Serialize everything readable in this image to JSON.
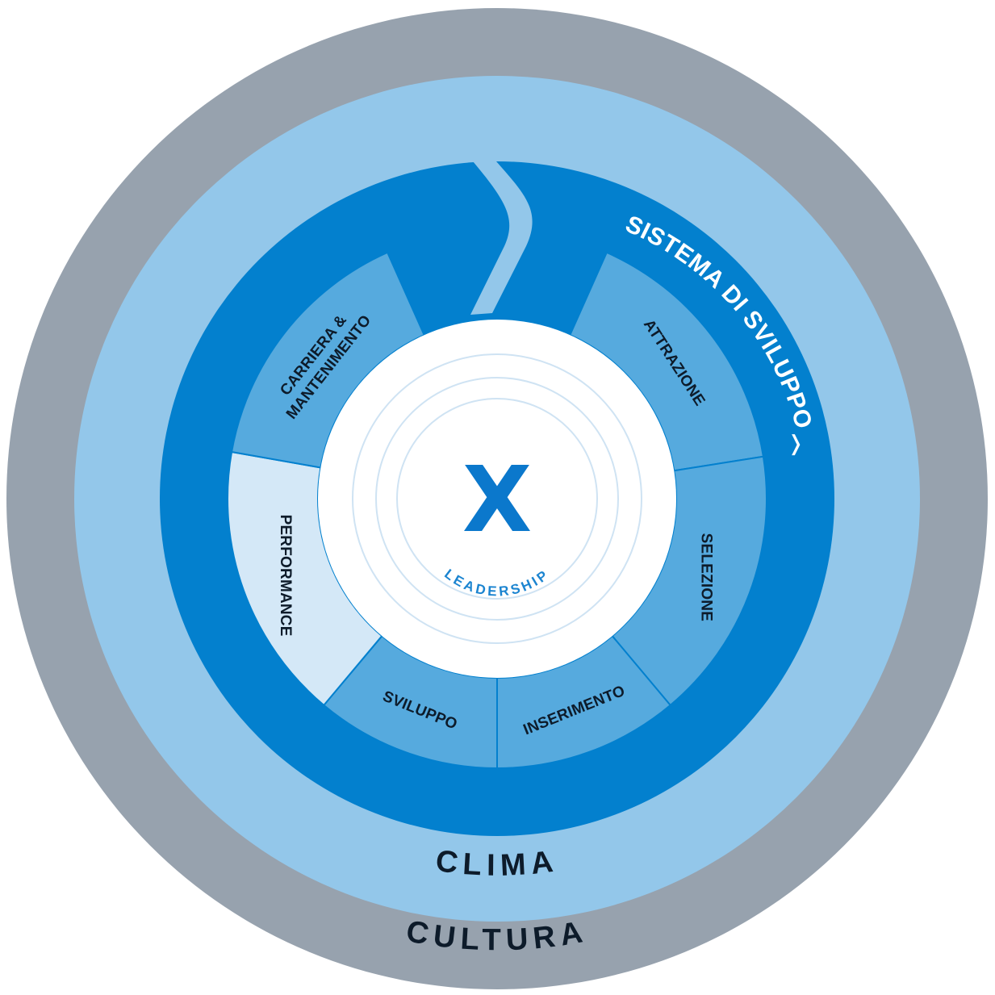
{
  "diagram": {
    "outer_rings": {
      "cultura": "CULTURA",
      "clima": "CLIMA"
    },
    "system_label": "SISTEMA DI SVILUPPO",
    "system_bracket": "❭",
    "segments": [
      {
        "key": "attrazione",
        "lines": [
          "ATTRAZIONE"
        ]
      },
      {
        "key": "selezione",
        "lines": [
          "SELEZIONE"
        ]
      },
      {
        "key": "inserimento",
        "lines": [
          "INSERIMENTO"
        ]
      },
      {
        "key": "sviluppo",
        "lines": [
          "SVILUPPO"
        ]
      },
      {
        "key": "performance",
        "lines": [
          "PERFORMANCE"
        ]
      },
      {
        "key": "carriera",
        "lines": [
          "CARRIERA &",
          "MANTENIMENTO"
        ]
      }
    ],
    "center": {
      "symbol": "X",
      "label": "LEADERSHIP"
    },
    "colors": {
      "cultura": "#97a2ae",
      "clima": "#93c7ea",
      "system": "#0380ce",
      "segment": "#56aade",
      "segment_highlight": "#d4e8f7",
      "center": "#ffffff",
      "center_rings": "#cfe3f3",
      "text_dark": "#0d1b2a",
      "text_accent": "#1b84d0"
    }
  }
}
